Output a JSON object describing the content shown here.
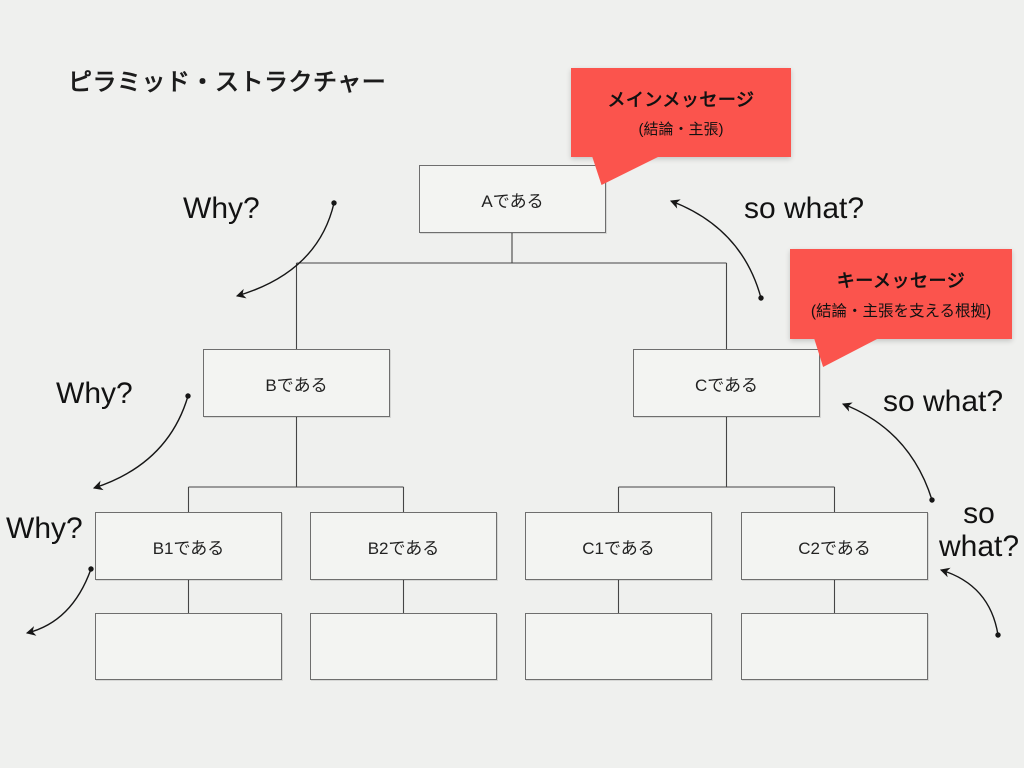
{
  "title": "ピラミッド・ストラクチャー",
  "callouts": {
    "main": {
      "heading": "メインメッセージ",
      "sub": "(結論・主張)"
    },
    "key": {
      "heading": "キーメッセージ",
      "sub": "(結論・主張を支える根拠)"
    }
  },
  "pyramid": {
    "level1": [
      {
        "label": "Aである"
      }
    ],
    "level2": [
      {
        "label": "Bである"
      },
      {
        "label": "Cである"
      }
    ],
    "level3": [
      {
        "label": "B1である"
      },
      {
        "label": "B2である"
      },
      {
        "label": "C1である"
      },
      {
        "label": "C2である"
      }
    ],
    "level4": [
      {
        "label": ""
      },
      {
        "label": ""
      },
      {
        "label": ""
      },
      {
        "label": ""
      }
    ]
  },
  "annotations": {
    "why1": "Why?",
    "why2": "Why?",
    "why3": "Why?",
    "so_what1": "so what?",
    "so_what2": "so what?",
    "so_what3_line1": "so",
    "so_what3_line2": "what?"
  },
  "colors": {
    "callout_red": "#fb544d",
    "background": "#eff0ee",
    "box_fill": "#f3f4f2",
    "box_border": "#6e6e6e",
    "connector_line": "#454545",
    "arrow_ink": "#161616"
  }
}
